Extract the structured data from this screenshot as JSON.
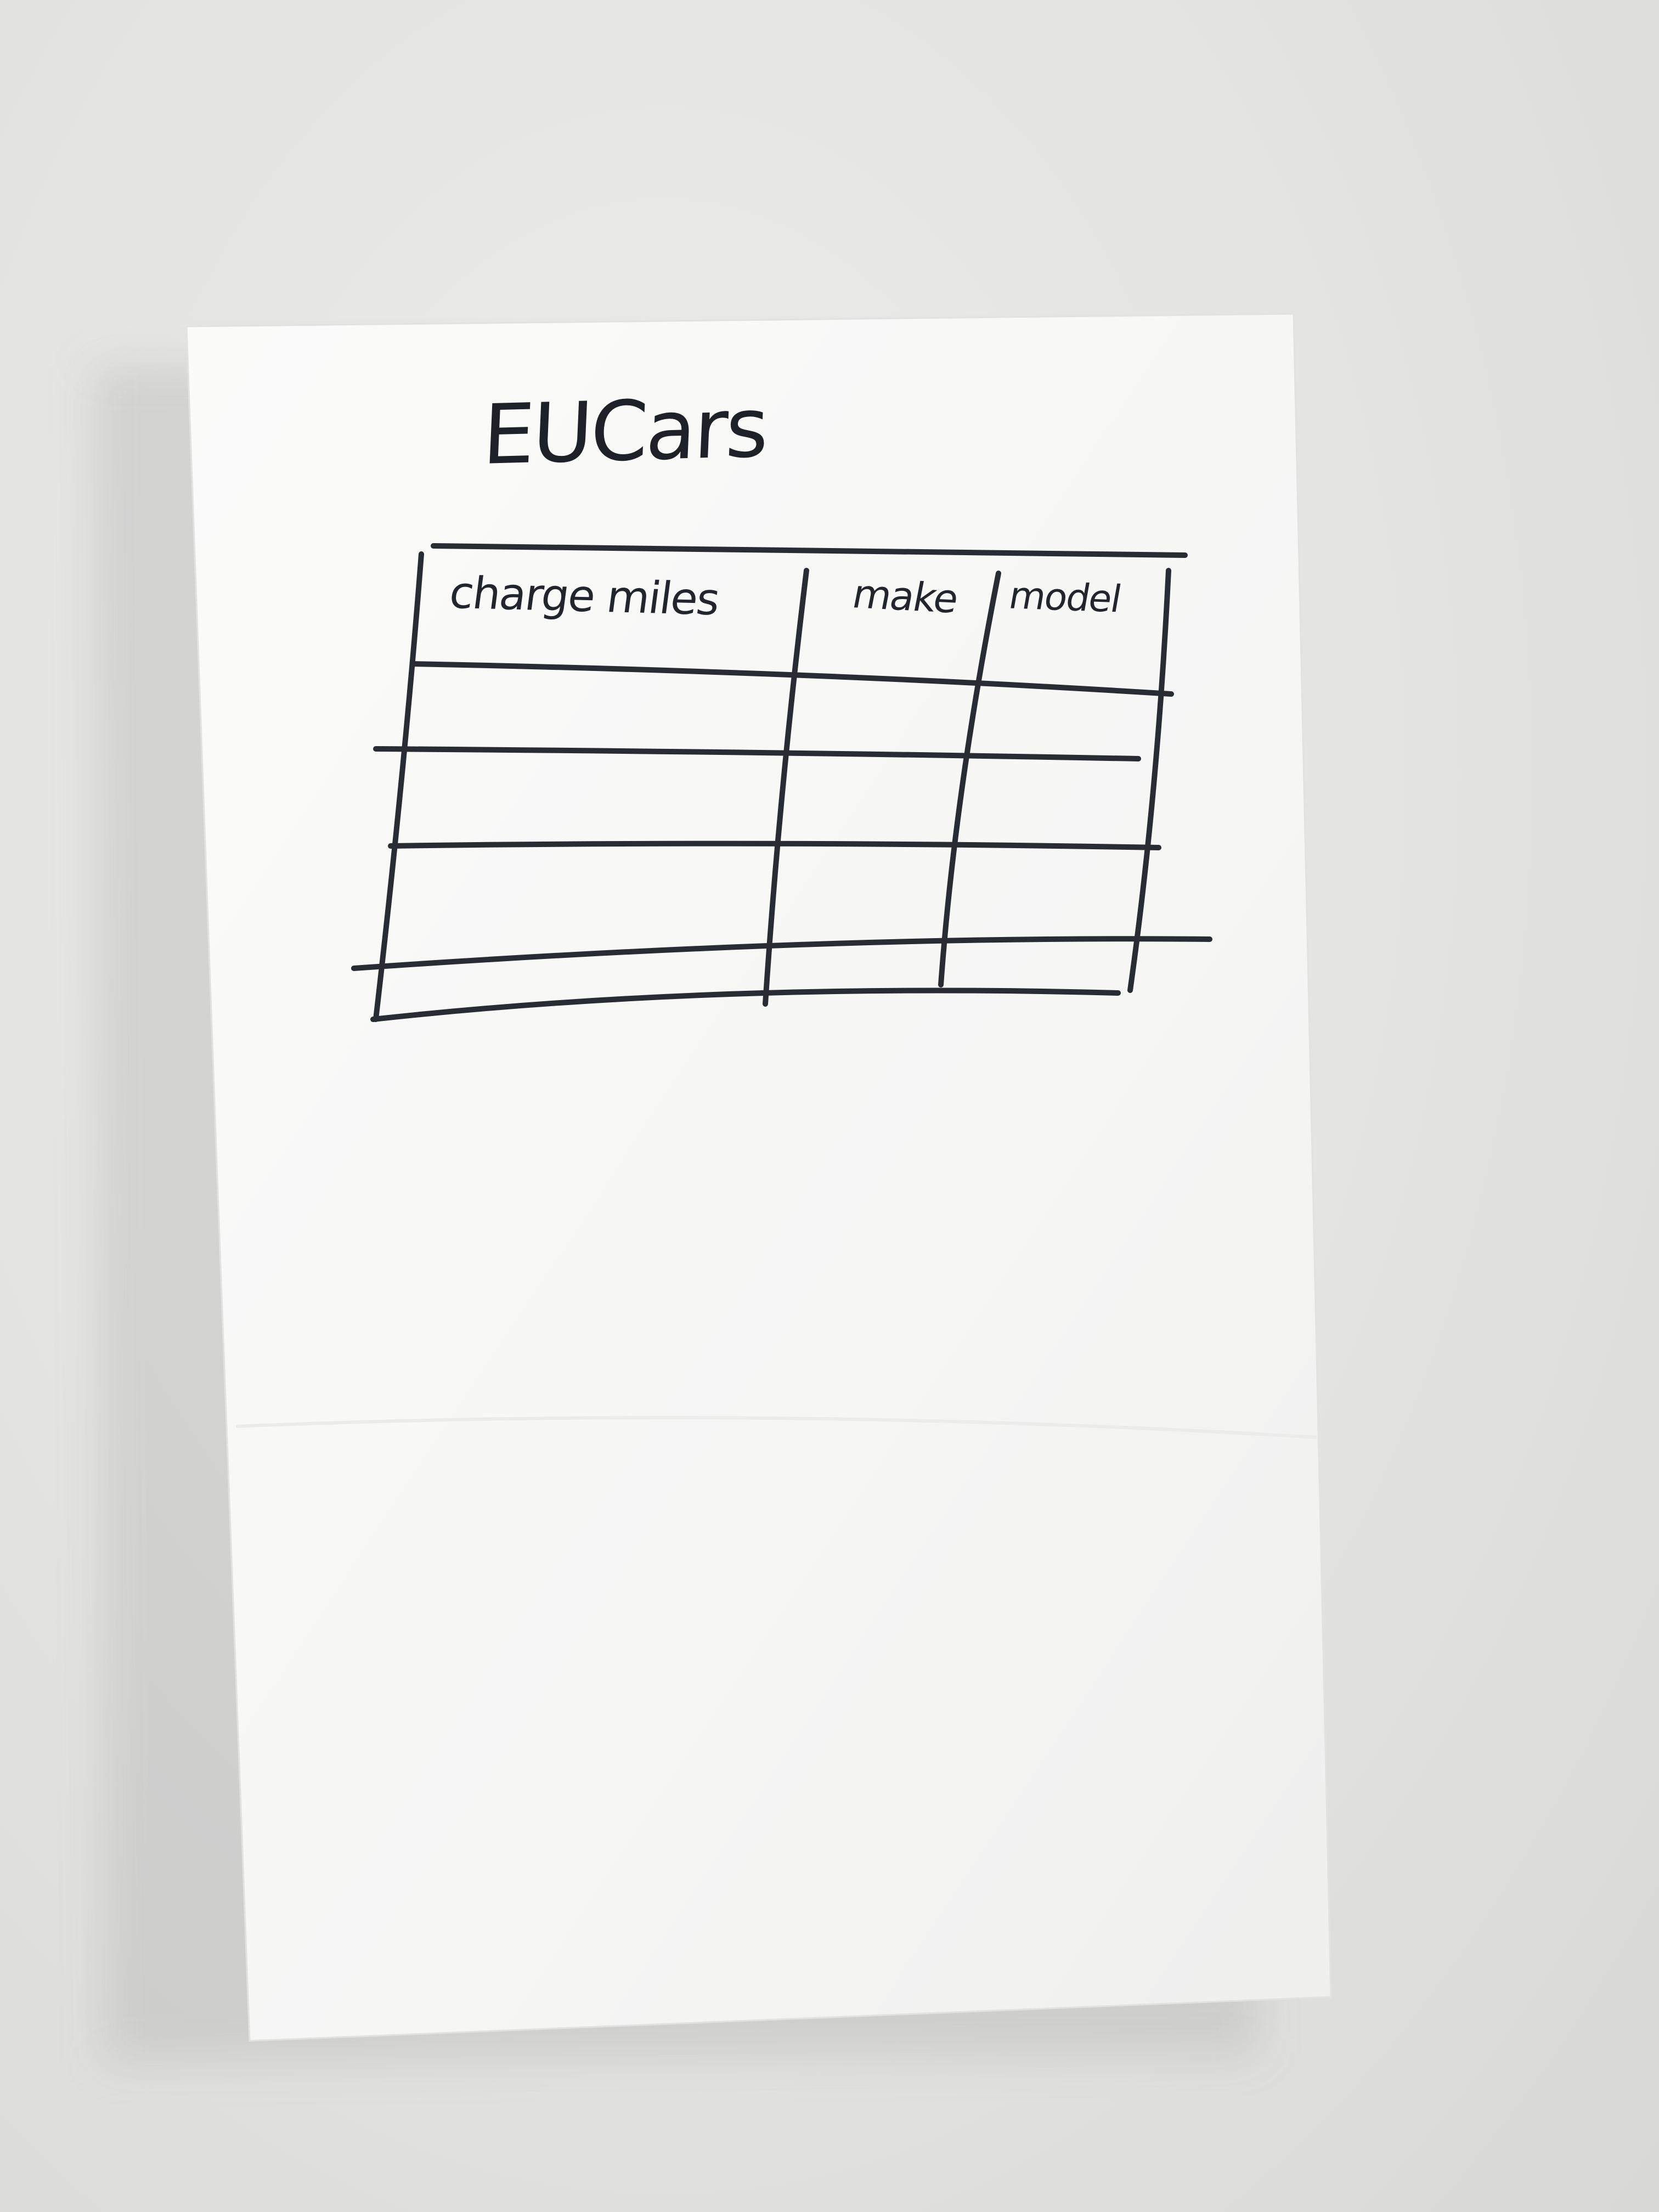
{
  "note": {
    "title": "EUCars",
    "table": {
      "headers": [
        "charge miles",
        "make",
        "model"
      ],
      "rows": [
        [
          "",
          "",
          ""
        ],
        [
          "",
          "",
          ""
        ],
        [
          "",
          "",
          ""
        ],
        [
          "",
          "",
          ""
        ]
      ]
    }
  },
  "colors": {
    "paper": "#f9f9f8",
    "ink": "#23252c",
    "background": "#e3e3e1"
  }
}
